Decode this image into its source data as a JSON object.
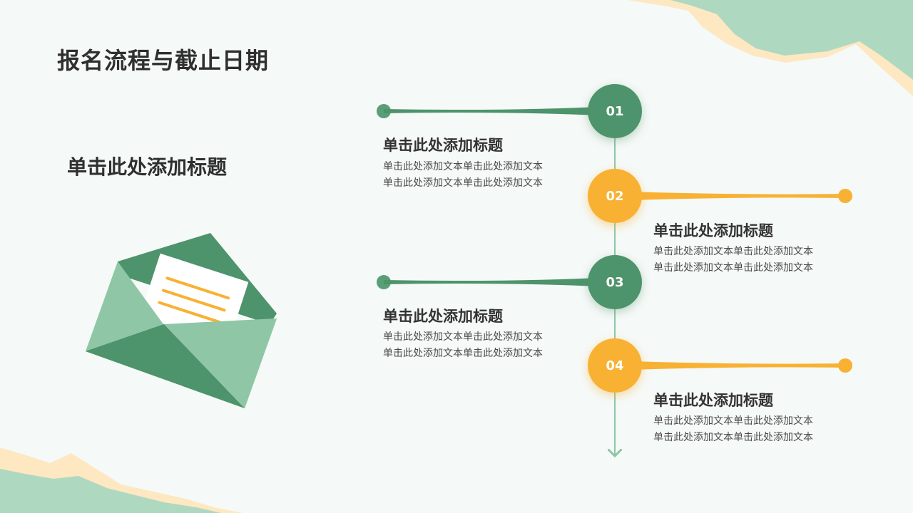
{
  "page": {
    "title": "报名流程与截止日期"
  },
  "side": {
    "title": "单击此处添加标题"
  },
  "steps": [
    {
      "number": "01",
      "title": "单击此处添加标题",
      "line1": "单击此处添加文本单击此处添加文本",
      "line2": "单击此处添加文本单击此处添加文本",
      "color": "#4d936b"
    },
    {
      "number": "02",
      "title": "单击此处添加标题",
      "line1": "单击此处添加文本单击此处添加文本",
      "line2": "单击此处添加文本单击此处添加文本",
      "color": "#f8b133"
    },
    {
      "number": "03",
      "title": "单击此处添加标题",
      "line1": "单击此处添加文本单击此处添加文本",
      "line2": "单击此处添加文本单击此处添加文本",
      "color": "#4d936b"
    },
    {
      "number": "04",
      "title": "单击此处添加标题",
      "line1": "单击此处添加文本单击此处添加文本",
      "line2": "单击此处添加文本单击此处添加文本",
      "color": "#f8b133"
    }
  ],
  "colors": {
    "green": "#4d936b",
    "orange": "#f8b133",
    "light_green": "#a9d5bd",
    "cream": "#fde8c2",
    "background": "#f5f9f7"
  },
  "icons": {
    "illustration": "envelope-icon"
  }
}
